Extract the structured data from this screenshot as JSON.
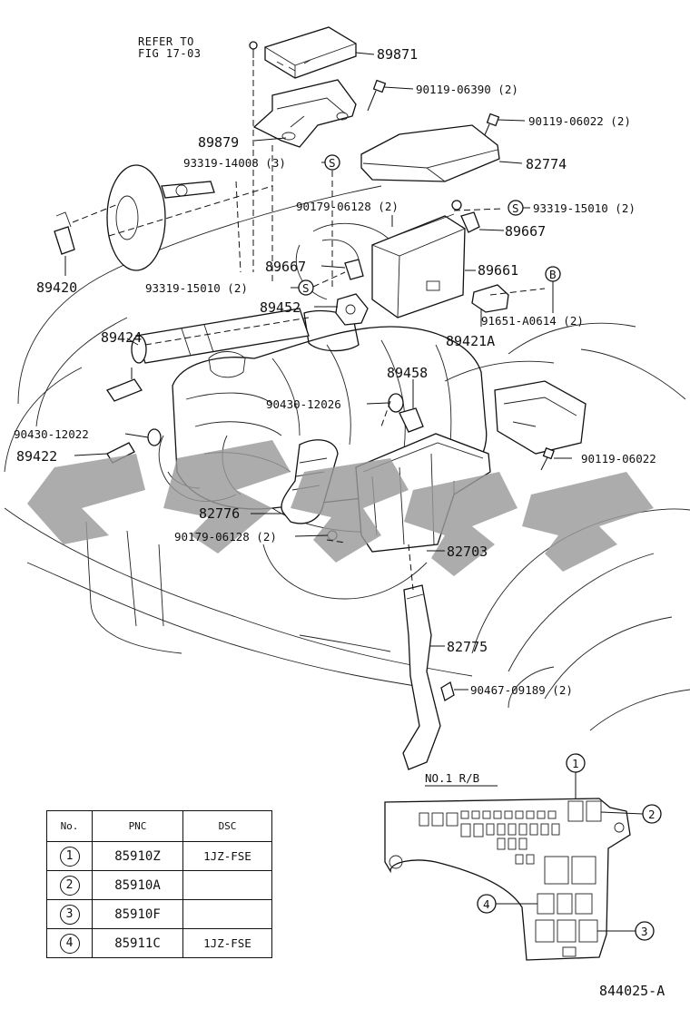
{
  "diagram": {
    "refer_note_line1": "REFER TO",
    "refer_note_line2": "FIG 17-03",
    "relay_box_title": "NO.1 R/B",
    "figure_code": "844025-A",
    "callouts": [
      {
        "id": "c_89871",
        "text": "89871"
      },
      {
        "id": "c_90119_06390",
        "text": "90119-06390 (2)"
      },
      {
        "id": "c_90119_06022a",
        "text": "90119-06022 (2)"
      },
      {
        "id": "c_89879",
        "text": "89879"
      },
      {
        "id": "c_93319_14008",
        "text": "93319-14008 (3)"
      },
      {
        "id": "c_82774",
        "text": "82774"
      },
      {
        "id": "c_90179_06128a",
        "text": "90179-06128 (2)"
      },
      {
        "id": "c_93319_15010a",
        "text": "93319-15010 (2)"
      },
      {
        "id": "c_89667a",
        "text": "89667"
      },
      {
        "id": "c_89667b",
        "text": "89667"
      },
      {
        "id": "c_89661",
        "text": "89661"
      },
      {
        "id": "c_89420",
        "text": "89420"
      },
      {
        "id": "c_93319_15010b",
        "text": "93319-15010 (2)"
      },
      {
        "id": "c_89452",
        "text": "89452"
      },
      {
        "id": "c_91651",
        "text": "91651-A0614 (2)"
      },
      {
        "id": "c_89424",
        "text": "89424"
      },
      {
        "id": "c_89421a",
        "text": "89421A"
      },
      {
        "id": "c_89458",
        "text": "89458"
      },
      {
        "id": "c_90430_12026",
        "text": "90430-12026"
      },
      {
        "id": "c_90430_12022",
        "text": "90430-12022"
      },
      {
        "id": "c_89422",
        "text": "89422"
      },
      {
        "id": "c_90119_06022b",
        "text": "90119-06022"
      },
      {
        "id": "c_82776",
        "text": "82776"
      },
      {
        "id": "c_90179_06128b",
        "text": "90179-06128 (2)"
      },
      {
        "id": "c_82703",
        "text": "82703"
      },
      {
        "id": "c_82775",
        "text": "82775"
      },
      {
        "id": "c_90467",
        "text": "90467-09189 (2)"
      }
    ],
    "symbols": {
      "s_letter": "S",
      "b_letter": "B"
    },
    "relay_markers": [
      "1",
      "2",
      "3",
      "4"
    ]
  },
  "pnc_table": {
    "headers": [
      "No.",
      "PNC",
      "DSC"
    ],
    "rows": [
      {
        "no": "1",
        "pnc": "85910Z",
        "dsc": "1JZ-FSE"
      },
      {
        "no": "2",
        "pnc": "85910A",
        "dsc": ""
      },
      {
        "no": "3",
        "pnc": "85910F",
        "dsc": ""
      },
      {
        "no": "4",
        "pnc": "85911C",
        "dsc": "1JZ-FSE"
      }
    ]
  }
}
